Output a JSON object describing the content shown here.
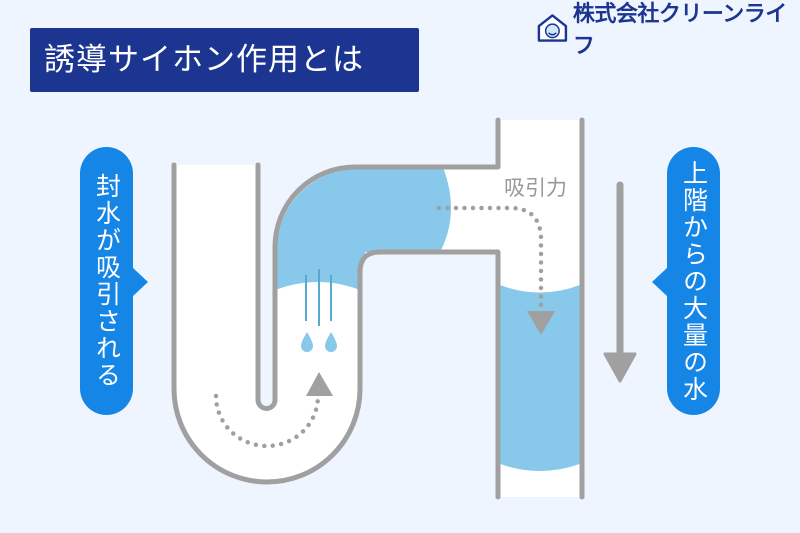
{
  "title": "誘導サイホン作用とは",
  "logo": {
    "company": "株式会社クリーンライフ",
    "icon": "house-mascot-icon"
  },
  "labels": {
    "left_callout": "封水が吸引される",
    "right_callout": "上階からの大量の水",
    "suction": "吸引力"
  },
  "colors": {
    "title_bg": "#1c3591",
    "callout": "#1585e6",
    "water": "#87c8eb",
    "pipe": "#a0a0a0",
    "background": "#eef5fe"
  }
}
